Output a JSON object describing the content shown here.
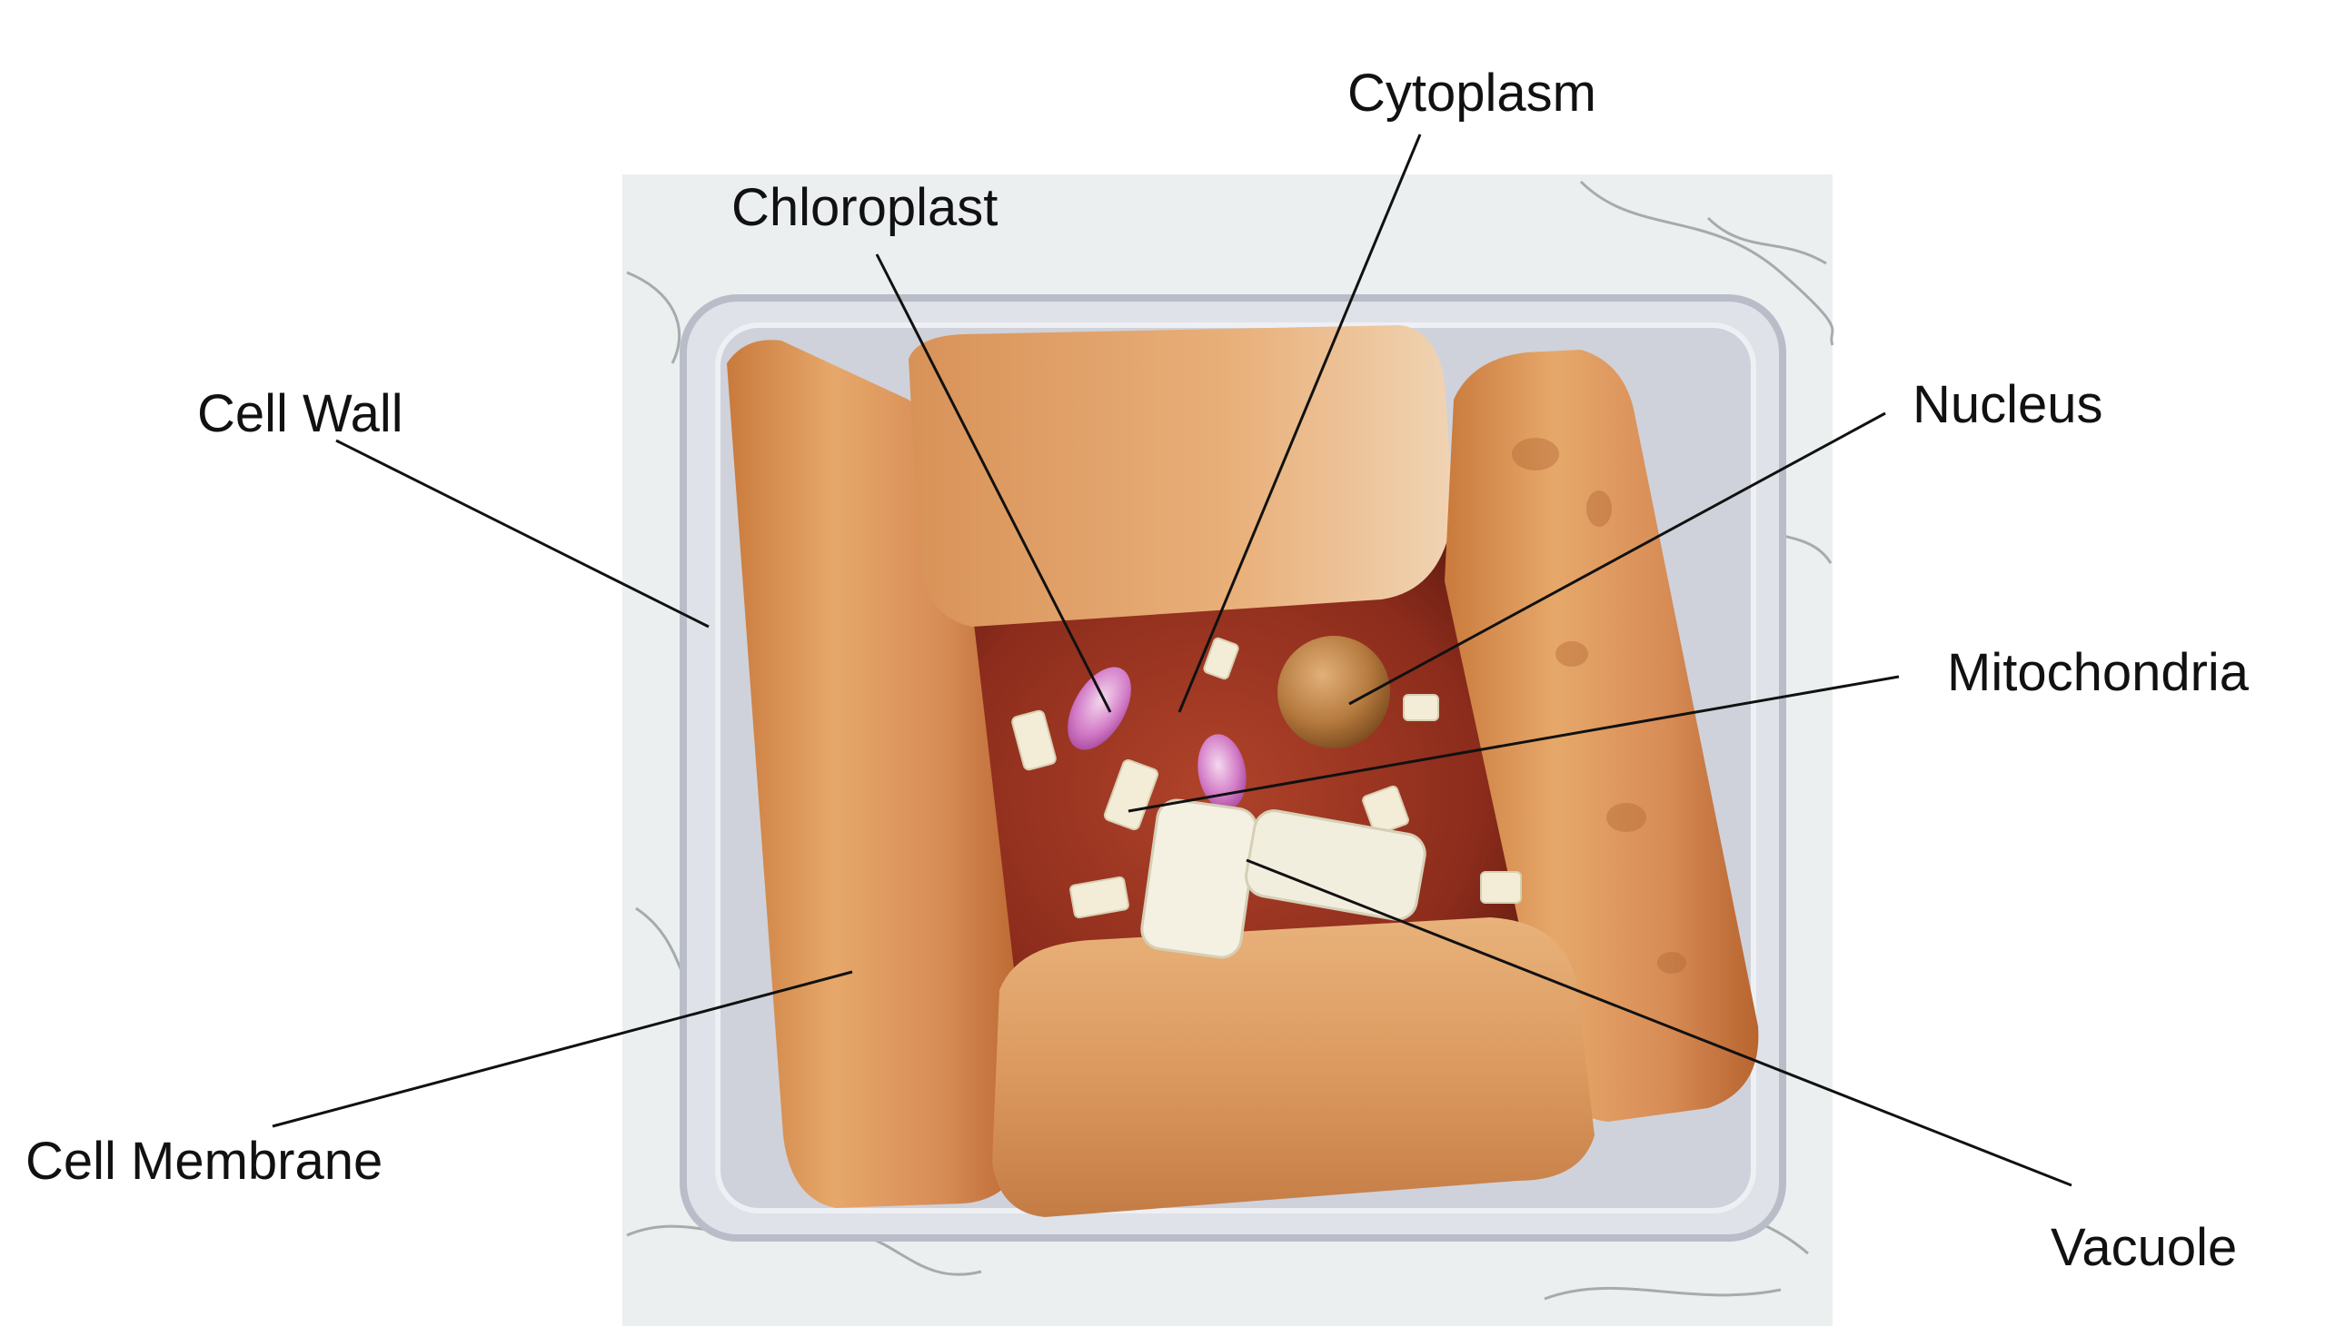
{
  "labels": {
    "cytoplasm": "Cytoplasm",
    "chloroplast": "Chloroplast",
    "cell_wall": "Cell Wall",
    "nucleus": "Nucleus",
    "mitochondria": "Mitochondria",
    "cell_membrane": "Cell Membrane",
    "vacuole": "Vacuole"
  },
  "colors": {
    "label_text": "#111111",
    "leader_line": "#111111",
    "marble": "#eceff0",
    "jelly": "#8a2a1a",
    "sponge_cake": "#d9955a",
    "container": "#d8dce4"
  }
}
